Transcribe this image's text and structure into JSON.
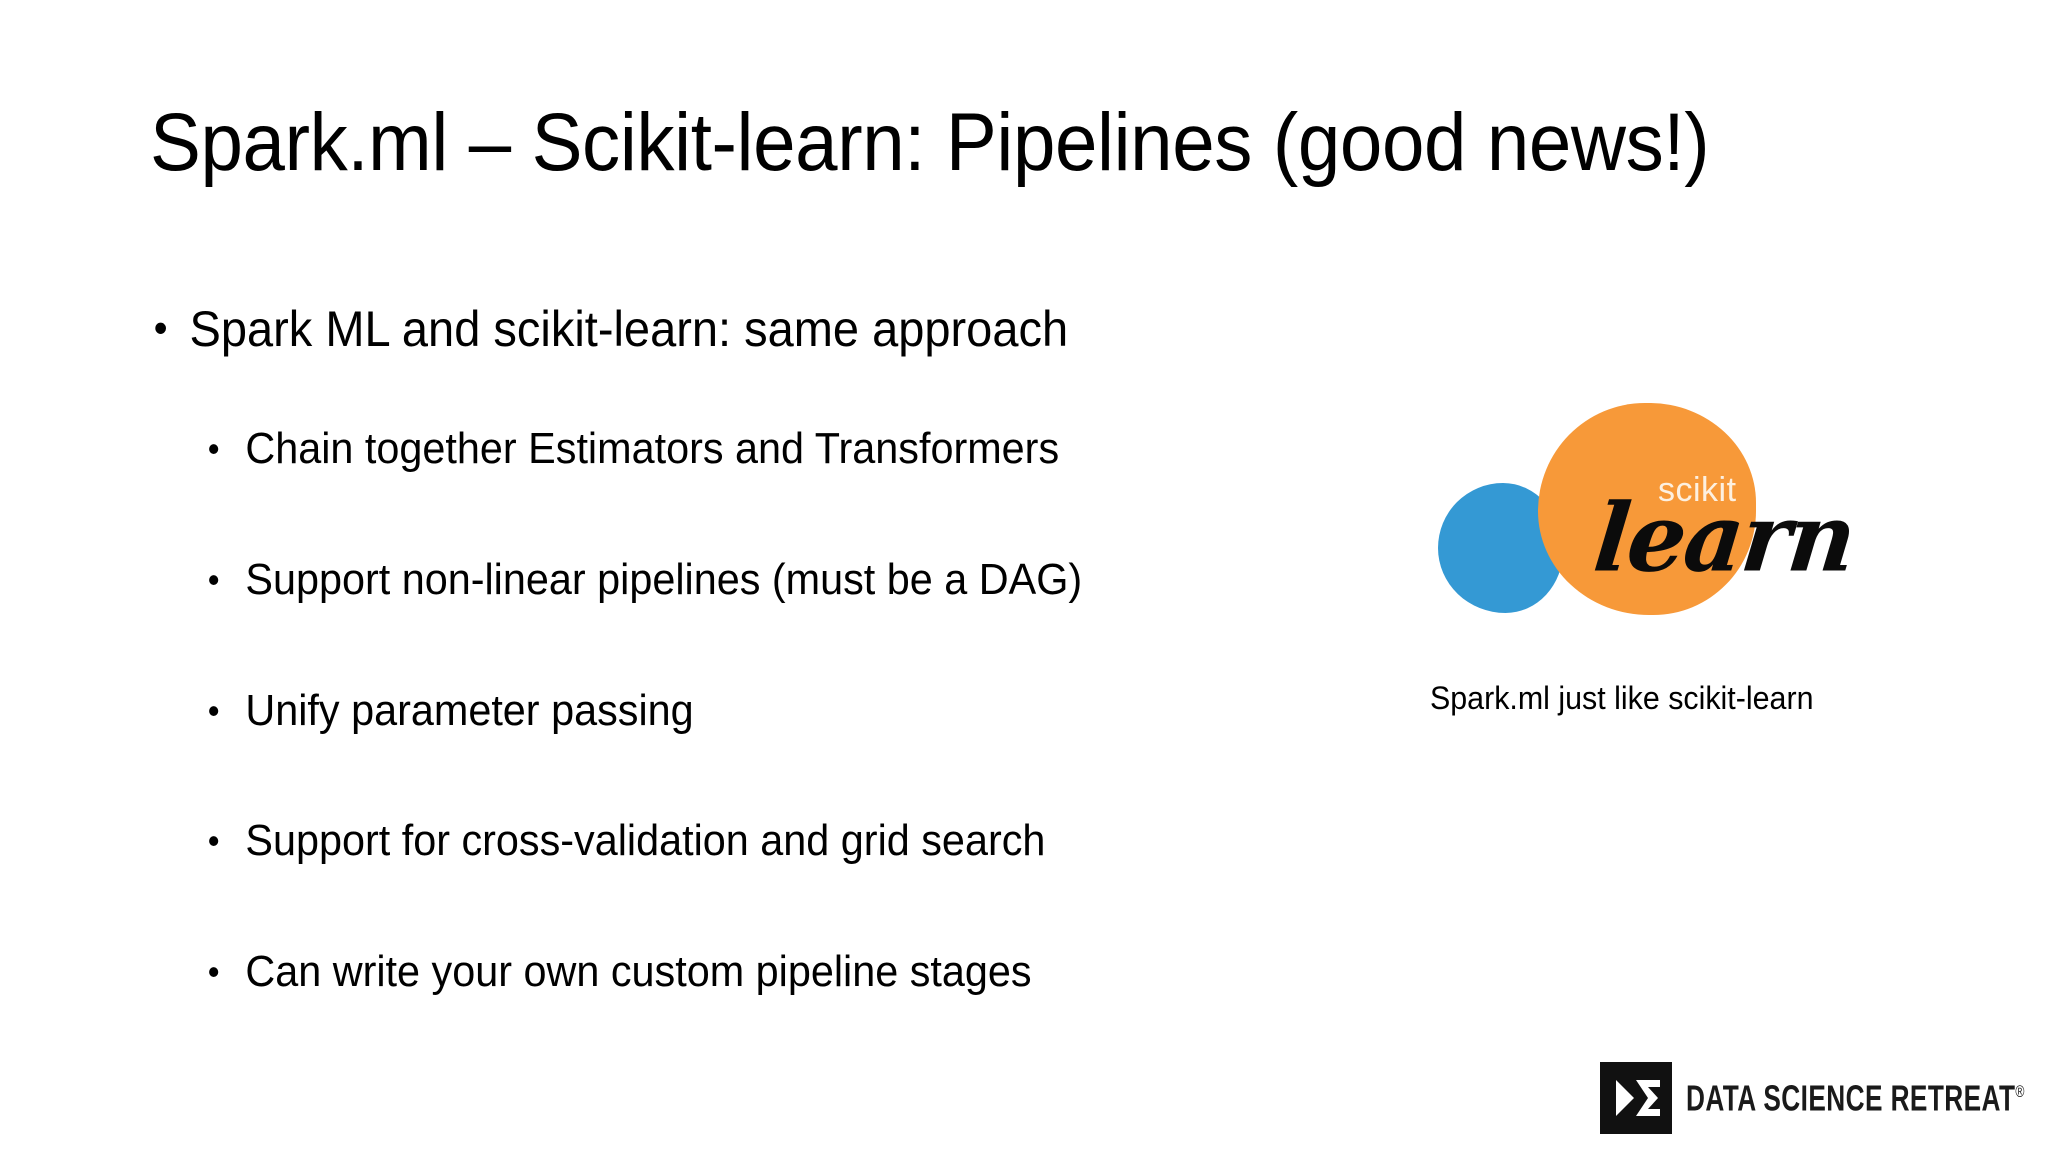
{
  "slide": {
    "title": "Spark.ml – Scikit-learn: Pipelines (good news!)",
    "background_color": "#ffffff",
    "text_color": "#000000",
    "bullets": [
      {
        "level": 1,
        "marker": "•",
        "text": "Spark ML and scikit-learn: same approach"
      }
    ],
    "sub_bullets": [
      {
        "level": 2,
        "marker": "•",
        "text": "Chain together Estimators and Transformers"
      },
      {
        "level": 2,
        "marker": "•",
        "text": "Support non-linear pipelines (must be a DAG)"
      },
      {
        "level": 2,
        "marker": "•",
        "text": "Unify parameter passing"
      },
      {
        "level": 2,
        "marker": "•",
        "text": "Support for cross-validation and grid search"
      },
      {
        "level": 2,
        "marker": "•",
        "text": "Can write your own custom pipeline stages"
      }
    ]
  },
  "scikit_logo": {
    "icon_name": "scikit-learn-logo",
    "word_top": "scikit",
    "word_bottom": "learn",
    "blue_color": "#3499d4",
    "orange_color": "#f79939",
    "word_top_color": "#fdf0e0",
    "word_bottom_color": "#0b0b0b",
    "caption": "Spark.ml just like scikit-learn"
  },
  "footer_logo": {
    "icon_name": "data-science-retreat-logo",
    "wordmark": "DATA SCIENCE RETREAT",
    "registered_mark": "®",
    "mark_background": "#111111",
    "mark_foreground": "#ffffff"
  }
}
